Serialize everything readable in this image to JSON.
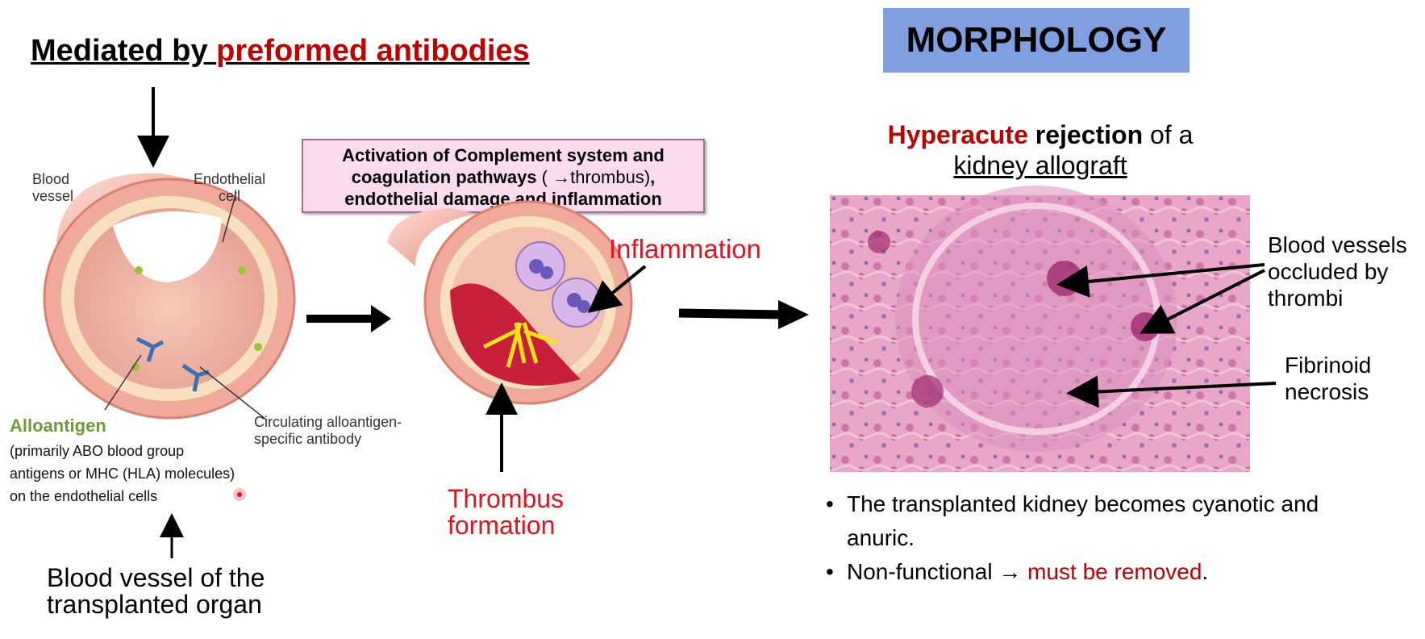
{
  "header": {
    "prefix": "Mediated by ",
    "highlight": "preformed antibodies"
  },
  "morphology_label": "MORPHOLOGY",
  "complement_box": {
    "line1_bold": "Activation of Complement system and",
    "line2_bold": "coagulation pathways",
    "line2_rest": "( →thrombus)",
    "line2_end": ",",
    "line3_bold": "endothelial damage and inflammation"
  },
  "diagram_labels": {
    "blood_vessel": "Blood\nvessel",
    "endothelial_cell": "Endothelial\ncell",
    "circulating_antibody": "Circulating alloantigen-\nspecific antibody",
    "inflammation": "Inflammation",
    "thrombus": "Thrombus\nformation"
  },
  "alloantigen": {
    "title": "Alloantigen",
    "description": "(primarily ABO blood group\nantigens or MHC (HLA) molecules)\non the endothelial cells"
  },
  "organ_label": "Blood vessel of the\ntransplanted organ",
  "histology": {
    "title_red": "Hyperacute",
    "title_bold": "rejection",
    "title_rest": "of a",
    "title_line2": "kidney allograft",
    "label_vessels": "Blood vessels\noccluded by\nthrombi",
    "label_necrosis": "Fibrinoid\nnecrosis"
  },
  "bullets": {
    "b1": "The transplanted kidney becomes cyanotic and anuric.",
    "b2_prefix": "Non-functional → ",
    "b2_red": "must be removed",
    "b2_end": "."
  },
  "colors": {
    "accent_red": "#c00000",
    "bright_red": "#e8101a",
    "antigen_green": "#6f9a3a",
    "morphology_box": "#7f9fe0",
    "complement_box": "#fbdcef"
  }
}
